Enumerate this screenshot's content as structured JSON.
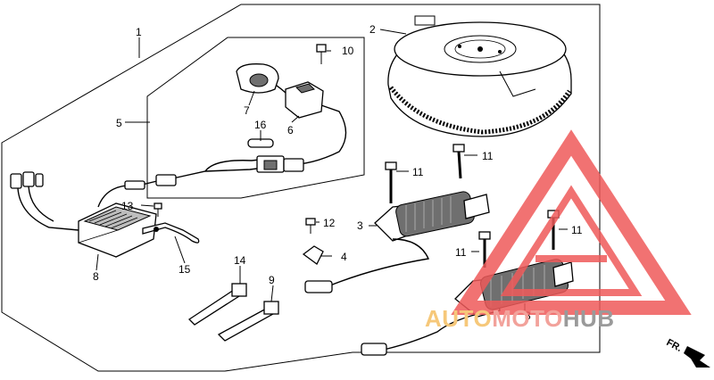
{
  "diagram": {
    "callouts": [
      {
        "id": "1",
        "text": "1"
      },
      {
        "id": "2",
        "text": "2"
      },
      {
        "id": "3a",
        "text": "3"
      },
      {
        "id": "3b",
        "text": "3"
      },
      {
        "id": "4",
        "text": "4"
      },
      {
        "id": "5",
        "text": "5"
      },
      {
        "id": "6",
        "text": "6"
      },
      {
        "id": "7",
        "text": "7"
      },
      {
        "id": "8",
        "text": "8"
      },
      {
        "id": "9",
        "text": "9"
      },
      {
        "id": "10",
        "text": "10"
      },
      {
        "id": "11a",
        "text": "11"
      },
      {
        "id": "11b",
        "text": "11"
      },
      {
        "id": "11c",
        "text": "11"
      },
      {
        "id": "11d",
        "text": "11"
      },
      {
        "id": "12",
        "text": "12"
      },
      {
        "id": "13",
        "text": "13"
      },
      {
        "id": "14",
        "text": "14"
      },
      {
        "id": "15",
        "text": "15"
      },
      {
        "id": "16",
        "text": "16"
      }
    ],
    "direction_label": "FR."
  },
  "watermark": {
    "part1": "AUTO",
    "part2": "MOTO",
    "part3": "HUB",
    "colors": {
      "part1": "#f6c87a",
      "part2": "#f2a29b",
      "part3": "#9a9a9a",
      "triangle": "#ef5a5a"
    }
  }
}
